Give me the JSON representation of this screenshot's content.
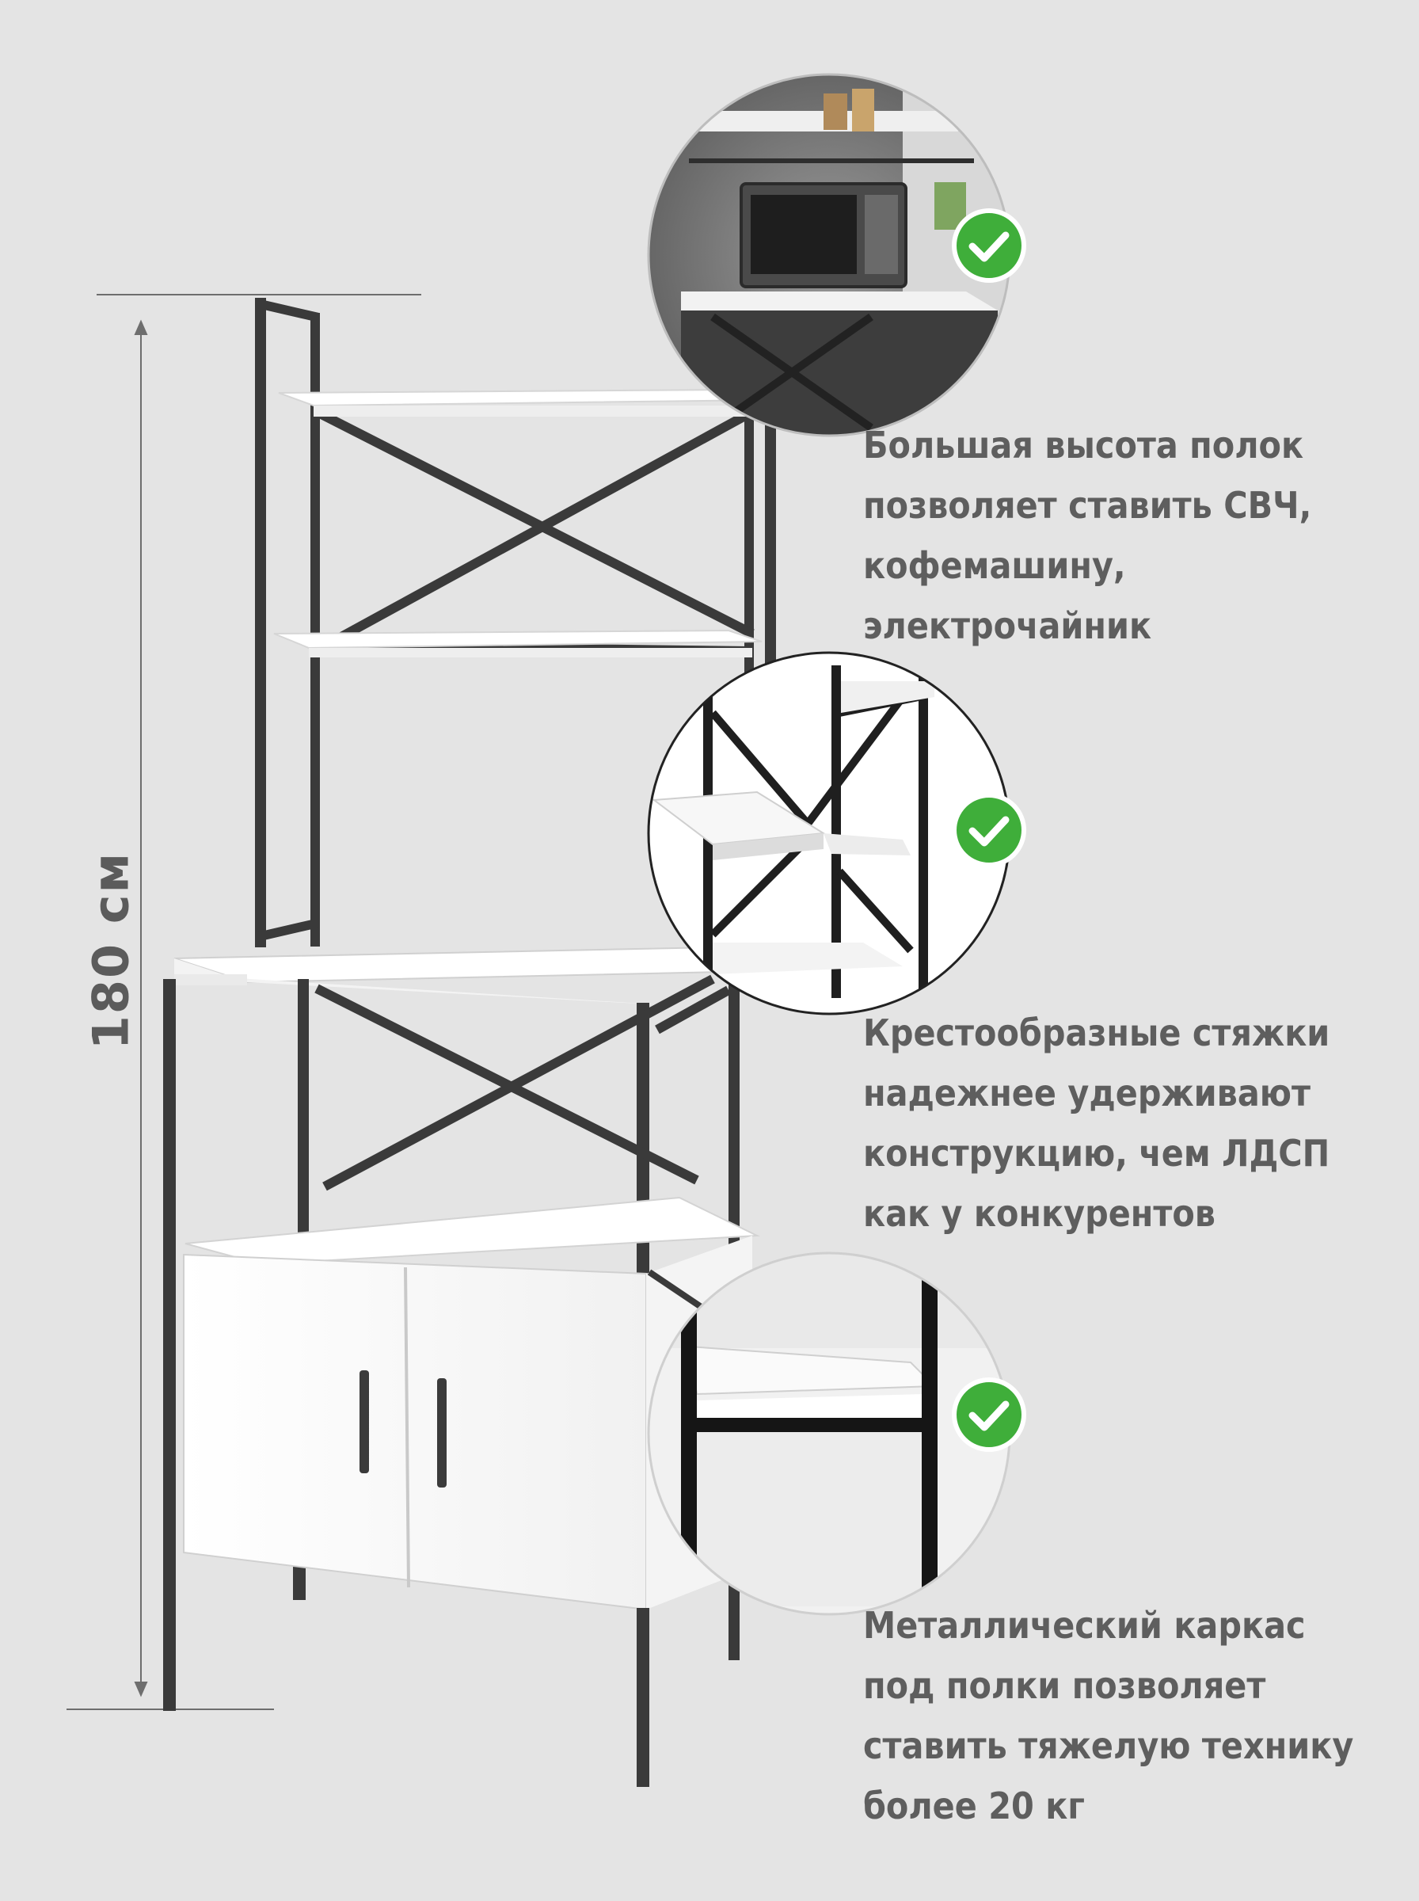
{
  "dimension": {
    "height_label": "180 см"
  },
  "features": [
    {
      "lines": [
        "Большая высота полок",
        "позволяет ставить СВЧ,",
        "кофемашину,",
        "электрочайник"
      ]
    },
    {
      "lines": [
        "Крестообразные стяжки",
        "надежнее удерживают",
        "конструкцию, чем ЛДСП",
        "как у конкурентов"
      ]
    },
    {
      "lines": [
        "Металлический каркас",
        "под полки позволяет",
        "ставить тяжелую технику",
        "более 20 кг"
      ]
    }
  ],
  "colors": {
    "background": "#e4e4e4",
    "frame": "#3a3a3a",
    "shelf": "#ffffff",
    "text": "#5e5e5e",
    "check_badge": "#3fae3a"
  },
  "icons": [
    "check-badge-icon",
    "check-badge-icon",
    "check-badge-icon"
  ]
}
